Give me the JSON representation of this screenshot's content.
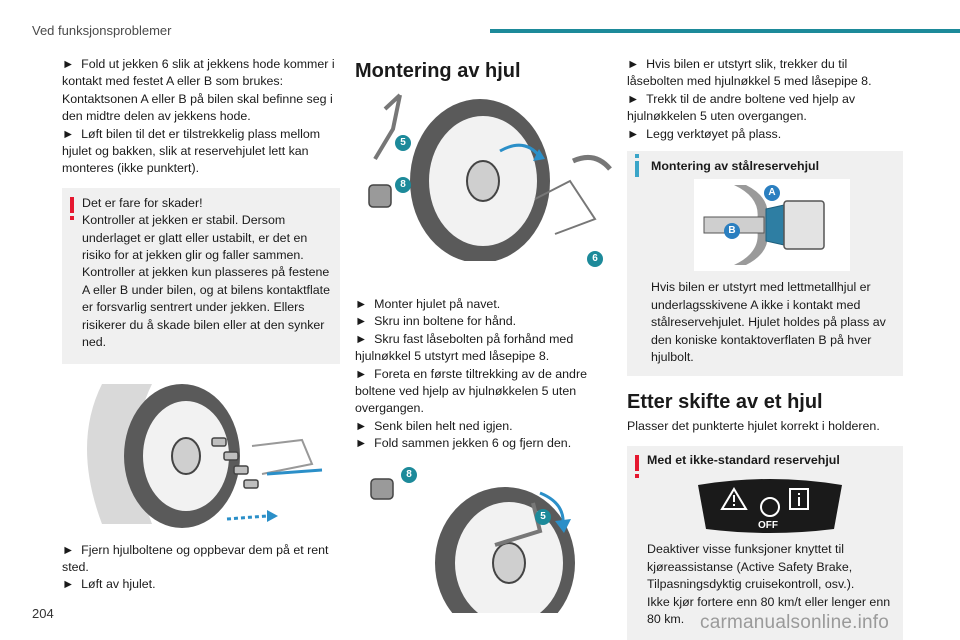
{
  "header": {
    "title": "Ved funksjonsproblemer",
    "accent_color": "#1d8a9a"
  },
  "col1": {
    "p1": "Fold ut jekken 6 slik at jekkens hode kommer i kontakt med festet A eller B som brukes:",
    "p2": "Kontaktsonen A eller B på bilen skal befinne seg i den midtre delen av jekkens hode.",
    "p3": "Løft bilen til det er tilstrekkelig plass mellom hjulet og bakken, slik at reservehjulet lett kan monteres (ikke punktert).",
    "warning": {
      "l1": "Det er fare for skader!",
      "l2": "Kontroller at jekken er stabil. Dersom underlaget er glatt eller ustabilt, er det en risiko for at jekken glir og faller sammen.",
      "l3": "Kontroller at jekken kun plasseres på festene A eller B under bilen, og at bilens kontaktflate er forsvarlig sentrert under jekken. Ellers risikerer du å skade bilen eller at den synker ned."
    },
    "p4": "Fjern hjulboltene og oppbevar dem på et rent sted.",
    "p5": "Løft av hjulet."
  },
  "col2": {
    "heading": "Montering av hjul",
    "callouts": [
      "5",
      "8",
      "6"
    ],
    "steps": [
      "Monter hjulet på navet.",
      "Skru inn boltene for hånd.",
      "Skru fast låsebolten på forhånd med hjulnøkkel 5 utstyrt med låsepipe 8.",
      "Foreta en første tiltrekking av de andre boltene ved hjelp av hjulnøkkelen 5 uten overgangen.",
      "Senk bilen helt ned igjen.",
      "Fold sammen jekken 6 og fjern den."
    ],
    "callouts2": [
      "8",
      "5"
    ]
  },
  "col3": {
    "p1": "Hvis bilen er utstyrt slik, trekker du til låsebolten med hjulnøkkel 5 med låsepipe 8.",
    "p2": "Trekk til de andre boltene ved hjelp av hjulnøkkelen 5 uten overgangen.",
    "p3": "Legg verktøyet på plass.",
    "info": {
      "title": "Montering av stålreservehjul",
      "callouts": [
        "A",
        "B"
      ],
      "text": "Hvis bilen er utstyrt med lettmetallhjul er underlagsskivene A ikke i kontakt med stålreservehjulet. Hjulet holdes på plass av den koniske kontaktoverflaten B på hver hjulbolt."
    },
    "heading": "Etter skifte av et hjul",
    "p4": "Plasser det punkterte hjulet korrekt i holderen.",
    "warning": {
      "title": "Med et ikke-standard reservehjul",
      "off_label": "OFF",
      "text1": "Deaktiver visse funksjoner knyttet til kjøreassistanse (Active Safety Brake, Tilpasningsdyktig cruisekontroll, osv.).",
      "text2": "Ikke kjør fortere enn 80 km/t eller lenger enn 80 km."
    }
  },
  "footer": {
    "page_number": "204",
    "watermark": "carmanualsonline.info"
  }
}
